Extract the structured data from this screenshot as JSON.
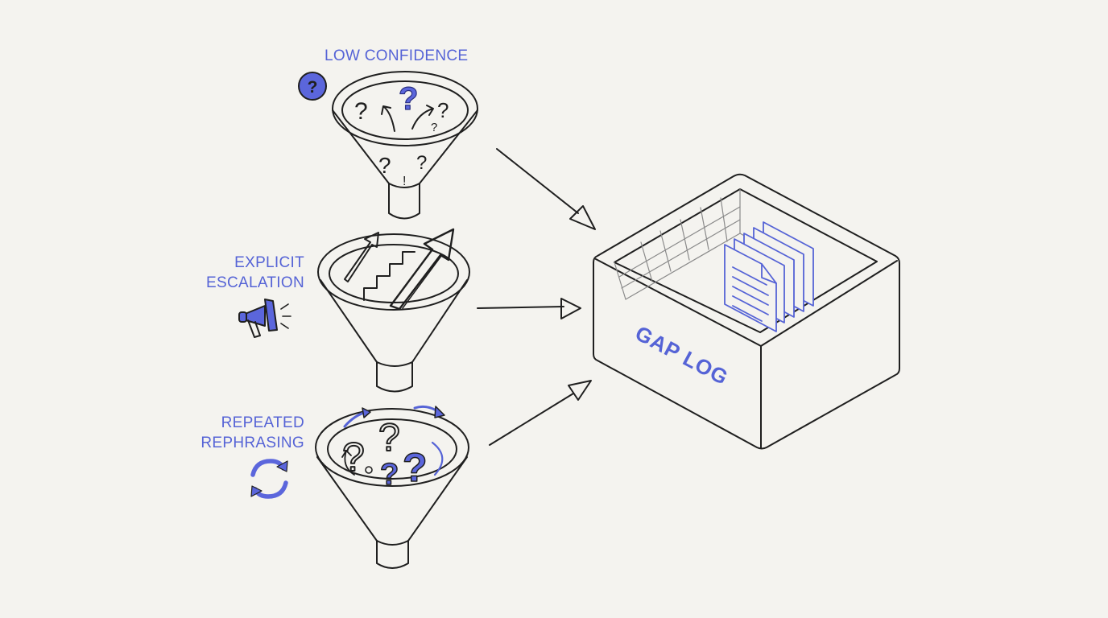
{
  "colors": {
    "background": "#f4f3ef",
    "ink": "#1f1f1f",
    "accent": "#5563d6",
    "accent_fill": "#5b66dc"
  },
  "funnels": [
    {
      "label_lines": [
        "LOW CONFIDENCE"
      ],
      "icon": "question-badge-icon",
      "contents": "question-marks"
    },
    {
      "label_lines": [
        "EXPLICIT",
        "ESCALATION"
      ],
      "icon": "megaphone-icon",
      "contents": "staircase-up-arrows"
    },
    {
      "label_lines": [
        "REPEATED",
        "REPHRASING"
      ],
      "icon": "refresh-cycle-icon",
      "contents": "swirling-question-marks"
    }
  ],
  "box": {
    "label": "GAP LOG",
    "contents": "stacked-documents"
  }
}
